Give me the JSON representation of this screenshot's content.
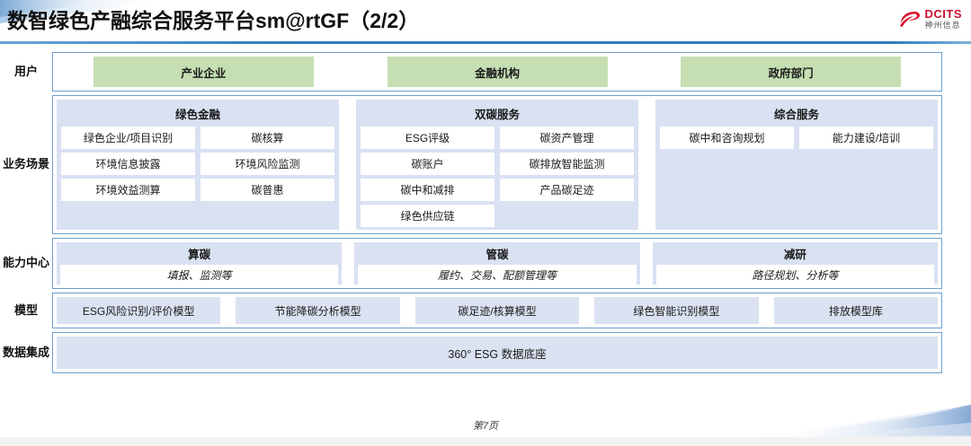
{
  "header": {
    "title": "数智绿色产融综合服务平台sm@rtGF（2/2）",
    "logo_en": "DCITS",
    "logo_cn": "神州信息",
    "brand_color": "#c8102e",
    "rule_color": "#2f7dc0"
  },
  "theme": {
    "panel_bg": "#d9e1f2",
    "user_box_bg": "#c5dfb3",
    "frame_border": "#6f9fd0",
    "box_bg": "#dbe2f1"
  },
  "rows": {
    "users": {
      "label": "用户",
      "items": [
        {
          "label": "产业企业"
        },
        {
          "label": "金融机构"
        },
        {
          "label": "政府部门"
        }
      ]
    },
    "scenarios": {
      "label": "业务场景",
      "columns": [
        {
          "title": "绿色金融",
          "items": [
            "绿色企业/项目识别",
            "碳核算",
            "环境信息披露",
            "环境风险监测",
            "环境效益测算",
            "碳普惠"
          ]
        },
        {
          "title": "双碳服务",
          "items": [
            "ESG评级",
            "碳资产管理",
            "碳账户",
            "碳排放智能监测",
            "碳中和减排",
            "产品碳足迹",
            "绿色供应链"
          ]
        },
        {
          "title": "综合服务",
          "items": [
            "碳中和咨询规划",
            "能力建设/培训"
          ]
        }
      ]
    },
    "capability": {
      "label": "能力中心",
      "columns": [
        {
          "title": "算碳",
          "subtitle": "填报、监测等"
        },
        {
          "title": "管碳",
          "subtitle": "履约、交易、配额管理等"
        },
        {
          "title": "减研",
          "subtitle": "路径规划、分析等"
        }
      ]
    },
    "models": {
      "label": "模型",
      "items": [
        "ESG风险识别/评价模型",
        "节能降碳分析模型",
        "碳足迹/核算模型",
        "绿色智能识别模型",
        "排放模型库"
      ]
    },
    "data": {
      "label": "数据集成",
      "title": "360° ESG 数据底座"
    }
  },
  "footer": {
    "page_label": "第7页"
  }
}
